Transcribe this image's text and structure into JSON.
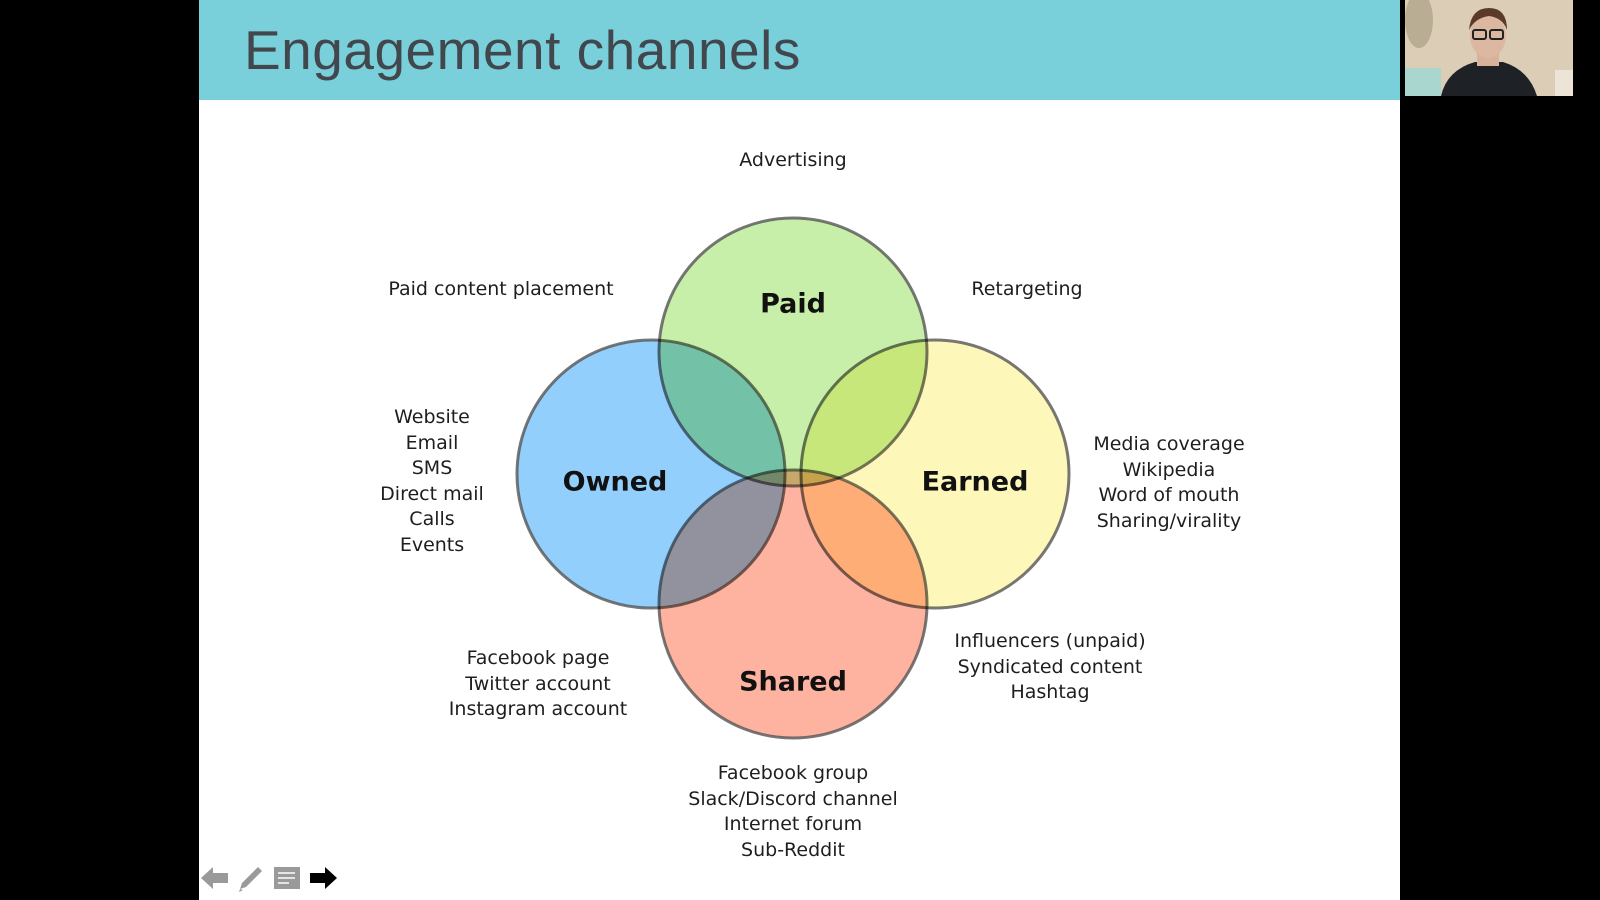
{
  "slide": {
    "title": "Engagement channels",
    "header_color": "#7ad0da"
  },
  "venn": {
    "circles": [
      {
        "name": "Paid",
        "color": "#b5ea8c"
      },
      {
        "name": "Owned",
        "color": "#6fbffb"
      },
      {
        "name": "Earned",
        "color": "#fdf4a3"
      },
      {
        "name": "Shared",
        "color": "#fd9a80"
      }
    ],
    "annotations": {
      "top": [
        "Advertising"
      ],
      "paid_owned": [
        "Paid content placement"
      ],
      "paid_earned": [
        "Retargeting"
      ],
      "owned": [
        "Website",
        "Email",
        "SMS",
        "Direct mail",
        "Calls",
        "Events"
      ],
      "earned": [
        "Media coverage",
        "Wikipedia",
        "Word of mouth",
        "Sharing/virality"
      ],
      "owned_shared": [
        "Facebook page",
        "Twitter account",
        "Instagram account"
      ],
      "earned_shared": [
        "Influencers (unpaid)",
        "Syndicated content",
        "Hashtag"
      ],
      "shared": [
        "Facebook group",
        "Slack/Discord channel",
        "Internet forum",
        "Sub-Reddit"
      ]
    }
  },
  "toolbar": {
    "icons": [
      "arrow-left-icon",
      "pencil-icon",
      "notes-icon",
      "arrow-right-icon"
    ]
  },
  "webcam": {
    "label": "presenter-video"
  }
}
